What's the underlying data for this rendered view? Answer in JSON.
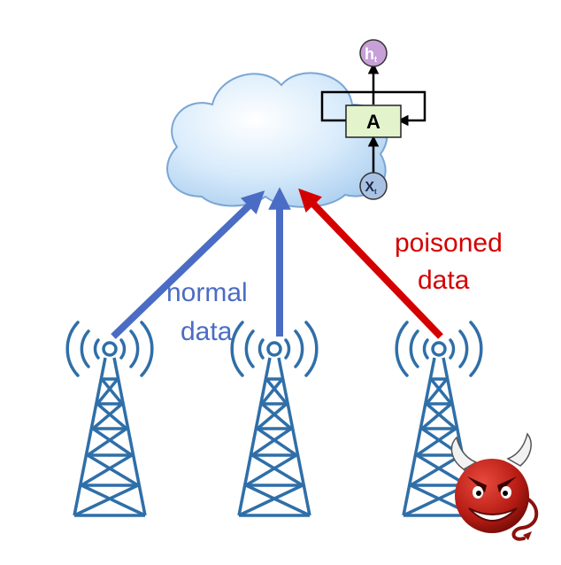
{
  "labels": {
    "normal_line1": "normal",
    "normal_line2": "data",
    "poisoned_line1": "poisoned",
    "poisoned_line2": "data"
  },
  "rnn_cell": {
    "output": "h",
    "output_sub": "t",
    "cell": "A",
    "input": "X",
    "input_sub": "t"
  },
  "colors": {
    "normal": "#4a6cc4",
    "poisoned": "#d40000",
    "tower": "#2f6fa8",
    "cloud_edge": "#7aa6d6",
    "cell_fill": "#e3f3cc",
    "output_fill": "#c7a0d8",
    "input_fill": "#a9c2e3"
  },
  "icons": [
    "cloud-icon",
    "cell-tower-icon",
    "devil-icon"
  ]
}
